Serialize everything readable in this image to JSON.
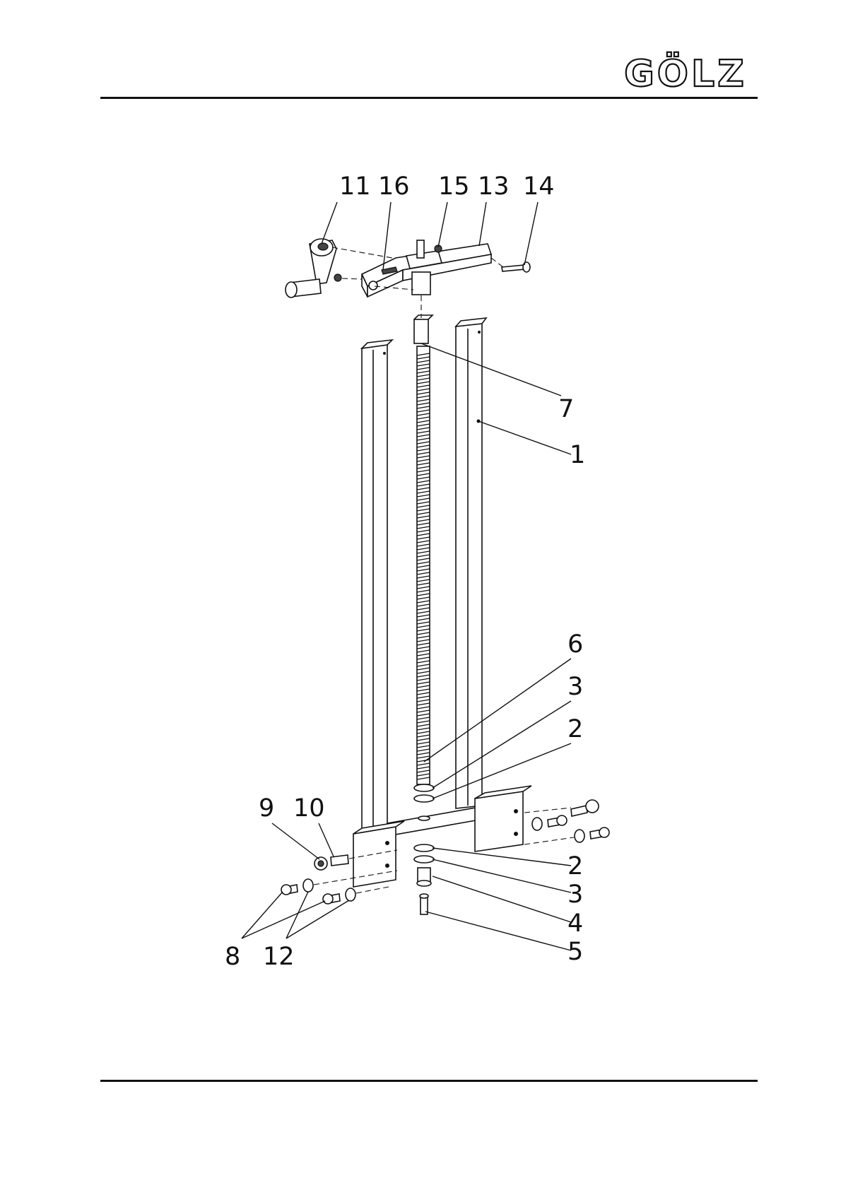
{
  "header": {
    "brand": "GÖLZ"
  },
  "callouts": [
    {
      "id": "c11",
      "text": "11"
    },
    {
      "id": "c16",
      "text": "16"
    },
    {
      "id": "c15",
      "text": "15"
    },
    {
      "id": "c13",
      "text": "13"
    },
    {
      "id": "c14",
      "text": "14"
    },
    {
      "id": "c7",
      "text": "7"
    },
    {
      "id": "c1",
      "text": "1"
    },
    {
      "id": "c6",
      "text": "6"
    },
    {
      "id": "c3a",
      "text": "3"
    },
    {
      "id": "c2a",
      "text": "2"
    },
    {
      "id": "c9",
      "text": "9"
    },
    {
      "id": "c10",
      "text": "10"
    },
    {
      "id": "c2b",
      "text": "2"
    },
    {
      "id": "c3b",
      "text": "3"
    },
    {
      "id": "c4",
      "text": "4"
    },
    {
      "id": "c5",
      "text": "5"
    },
    {
      "id": "c8",
      "text": "8"
    },
    {
      "id": "c12",
      "text": "12"
    }
  ]
}
